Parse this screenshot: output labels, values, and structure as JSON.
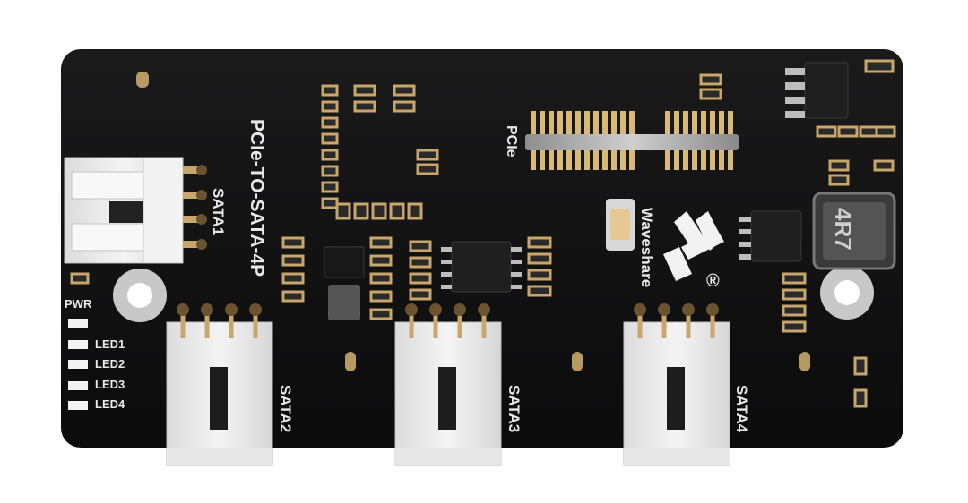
{
  "board": {
    "title": "PCIe-TO-SATA-4P",
    "brand": "Waveshare",
    "registered_mark": "®",
    "inductor_label": "4R7",
    "pcie_label": "PCIe",
    "sata_ports": [
      "SATA1",
      "SATA2",
      "SATA3",
      "SATA4"
    ],
    "indicators": [
      "PWR",
      "LED1",
      "LED2",
      "LED3",
      "LED4"
    ]
  },
  "colors": {
    "pcb": "#0f0f10",
    "silkscreen": "#e8e8e8",
    "connector": "#ececec",
    "pad": "#c9a66b",
    "component": "#2a2a2a"
  }
}
